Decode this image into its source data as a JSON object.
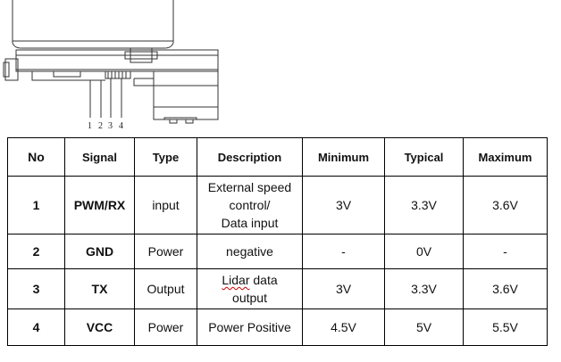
{
  "diagram": {
    "pin_labels": [
      "1",
      "2",
      "3",
      "4"
    ]
  },
  "table": {
    "headers": {
      "no": "No",
      "signal": "Signal",
      "type": "Type",
      "description": "Description",
      "minimum": "Minimum",
      "typical": "Typical",
      "maximum": "Maximum"
    },
    "rows": [
      {
        "no": "1",
        "signal": "PWM/RX",
        "type": "input",
        "description_lines": [
          "External speed",
          "control/",
          "Data input"
        ],
        "minimum": "3V",
        "typical": "3.3V",
        "maximum": "3.6V"
      },
      {
        "no": "2",
        "signal": "GND",
        "type": "Power",
        "description_lines": [
          "negative"
        ],
        "minimum": "-",
        "typical": "0V",
        "maximum": "-"
      },
      {
        "no": "3",
        "signal": "TX",
        "type": "Output",
        "description_word1": "Lidar",
        "description_rest": " data",
        "description_line2": "output",
        "minimum": "3V",
        "typical": "3.3V",
        "maximum": "3.6V"
      },
      {
        "no": "4",
        "signal": "VCC",
        "type": "Power",
        "description_lines": [
          "Power Positive"
        ],
        "minimum": "4.5V",
        "typical": "5V",
        "maximum": "5.5V"
      }
    ]
  }
}
